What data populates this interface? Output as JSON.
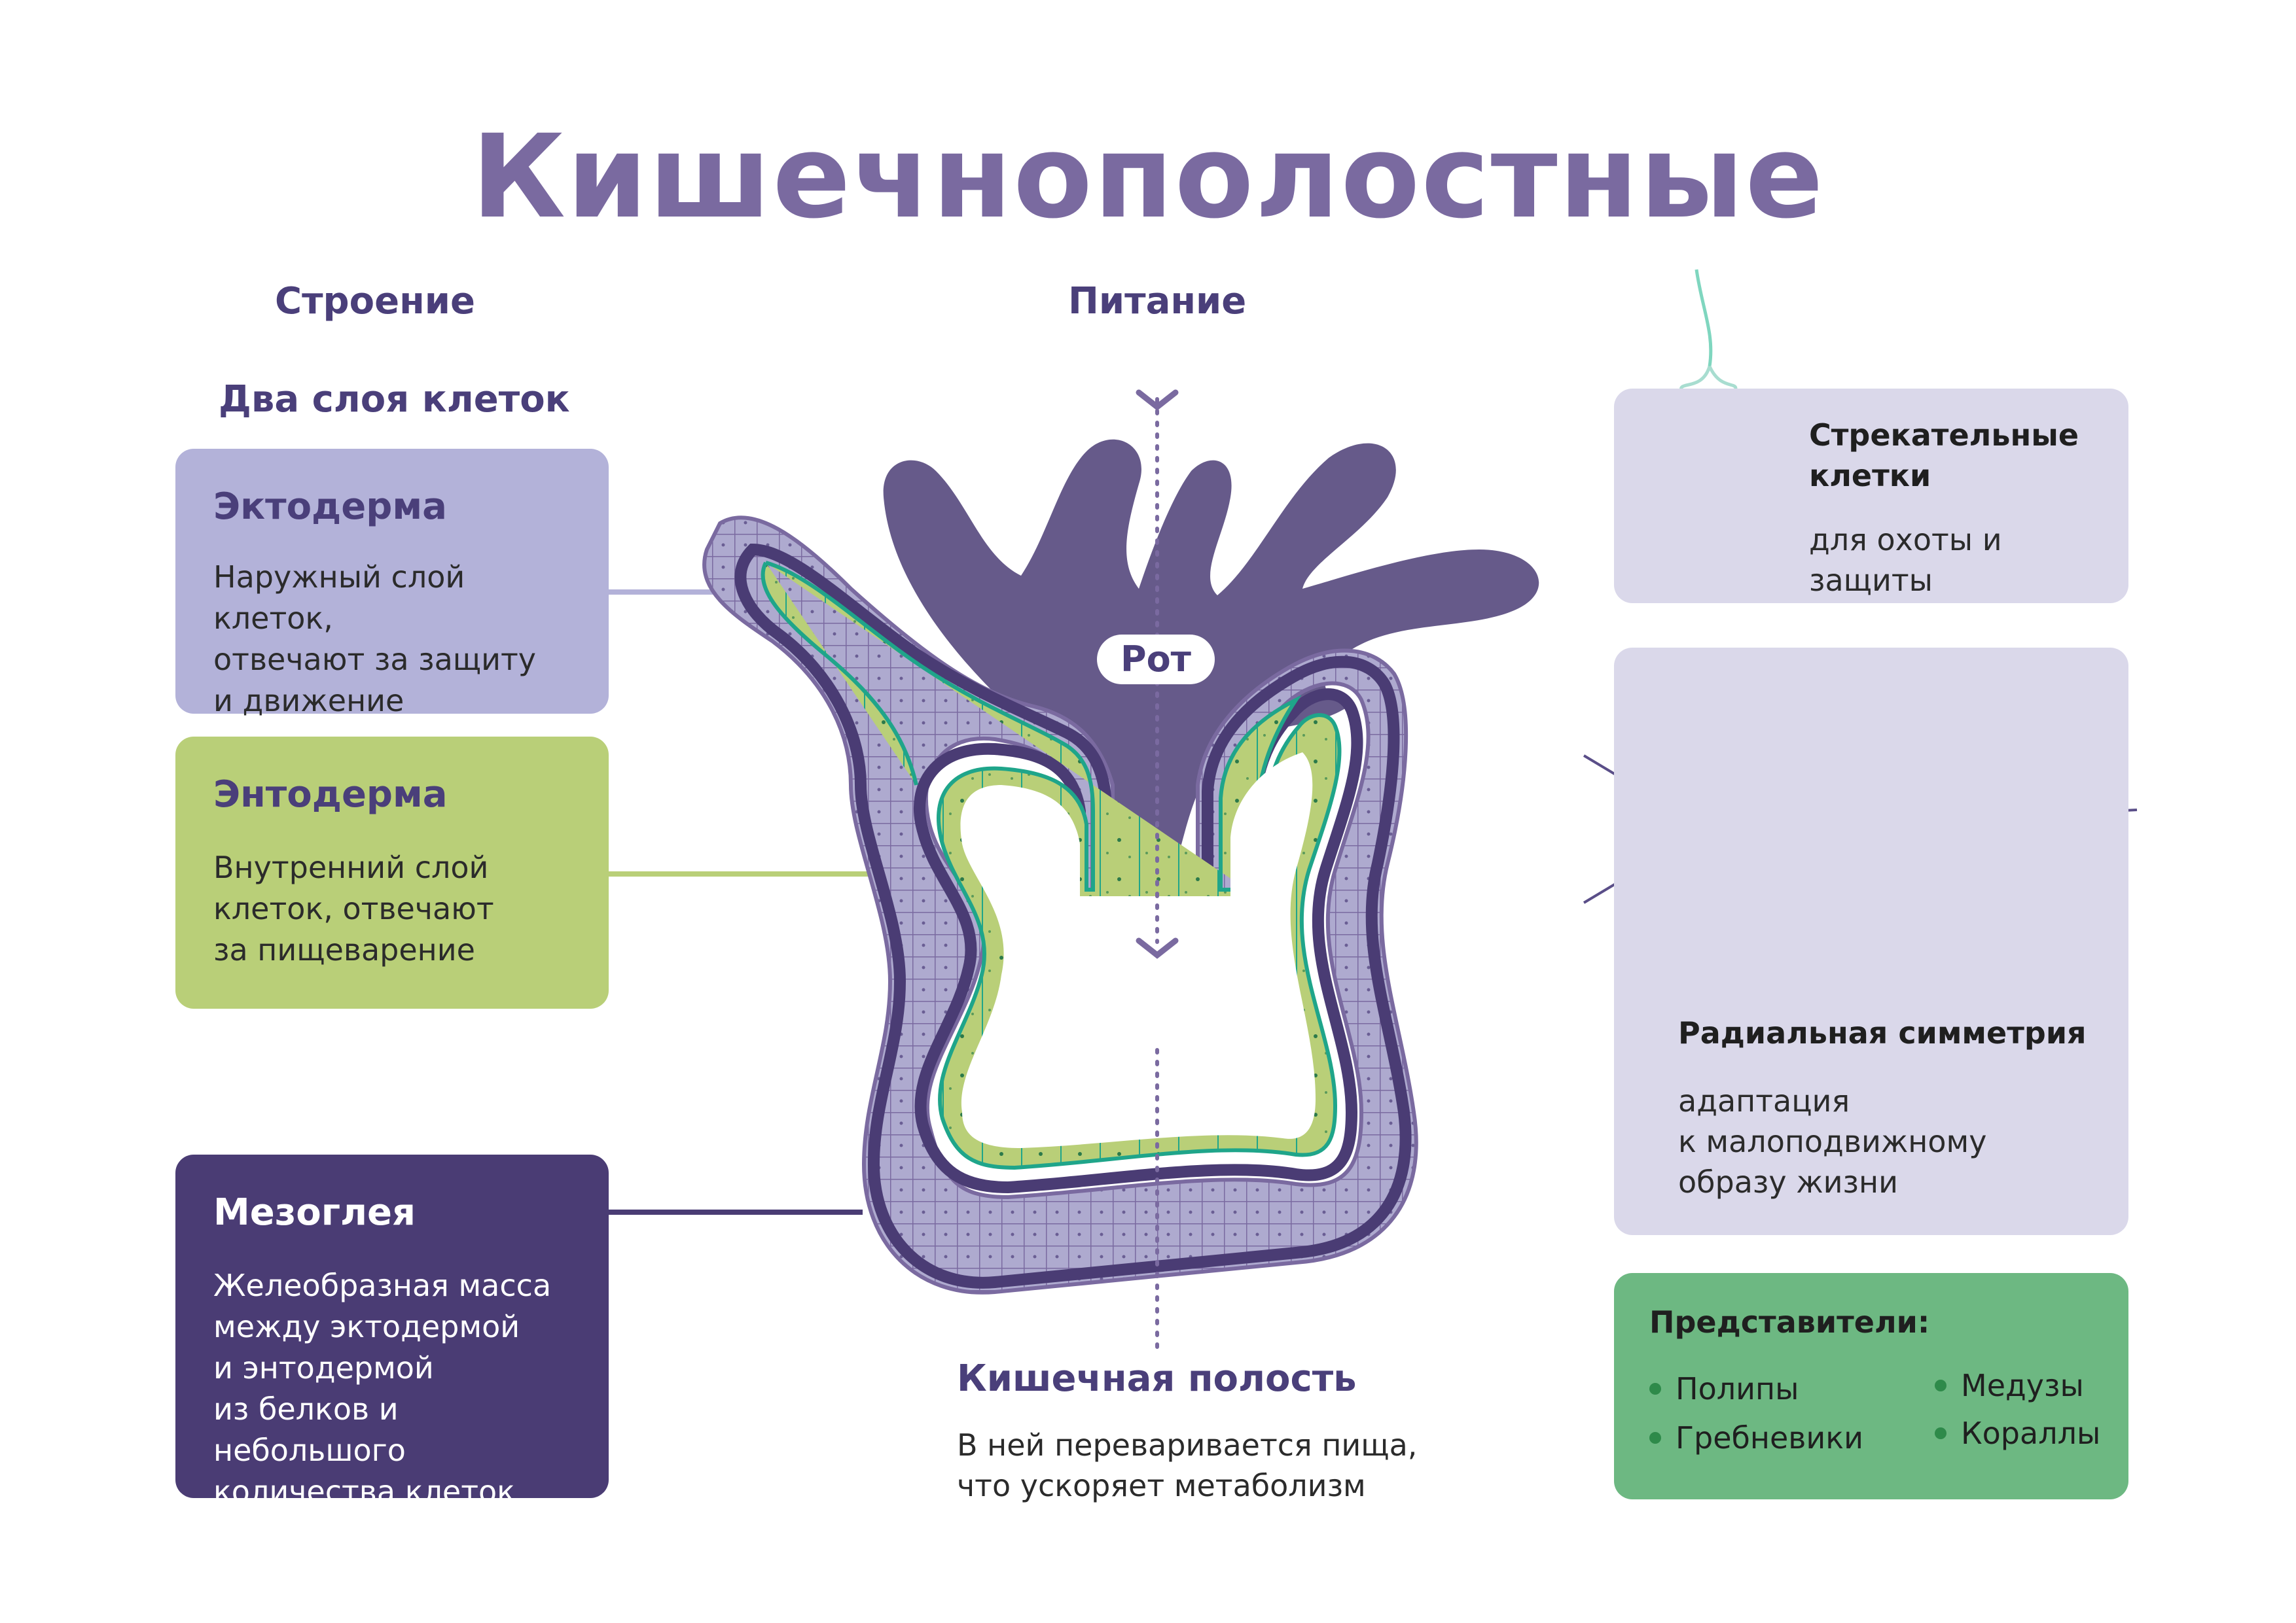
{
  "title": "Кишечнополостные",
  "sections": {
    "structure": "Строение",
    "nutrition": "Питание",
    "two_layers": "Два слоя клеток"
  },
  "ectoderm": {
    "title": "Эктодерма",
    "lines": [
      "Наружный слой клеток,",
      "отвечают за защиту",
      "и движение"
    ]
  },
  "endoderm": {
    "title": "Энтодерма",
    "lines": [
      "Внутренний слой",
      "клеток, отвечают",
      "за пищеварение"
    ]
  },
  "mesoglea": {
    "title": "Мезоглея",
    "lines": [
      "Желеобразная масса",
      "между эктодермой",
      "и энтодермой",
      "из белков и небольшого",
      "количества клеток"
    ]
  },
  "diagram": {
    "mouth_label": "Рот",
    "cavity_title": "Кишечная полость",
    "cavity_lines": [
      "В ней переваривается пища,",
      "что ускоряет метаболизм"
    ]
  },
  "stinging_cells": {
    "title_lines": [
      "Стрекательные",
      "клетки"
    ],
    "text": "для охоты  и защиты"
  },
  "radial_symmetry": {
    "title": "Радиальная симметрия",
    "lines": [
      "адаптация",
      "к малоподвижному",
      "образу жизни"
    ]
  },
  "representatives": {
    "title": "Представители:",
    "items": [
      "Полипы",
      "Гребневики",
      "Медузы",
      "Кораллы"
    ]
  },
  "colors": {
    "accent_purple": "#7a6aa0",
    "dark_purple": "#4a3c74",
    "ecto_lilac": "#b3b2d9",
    "endo_green": "#b9cf78",
    "teal": "#1fa58a",
    "reps_green": "#6db882",
    "panel_lilac": "#dad8ea"
  }
}
